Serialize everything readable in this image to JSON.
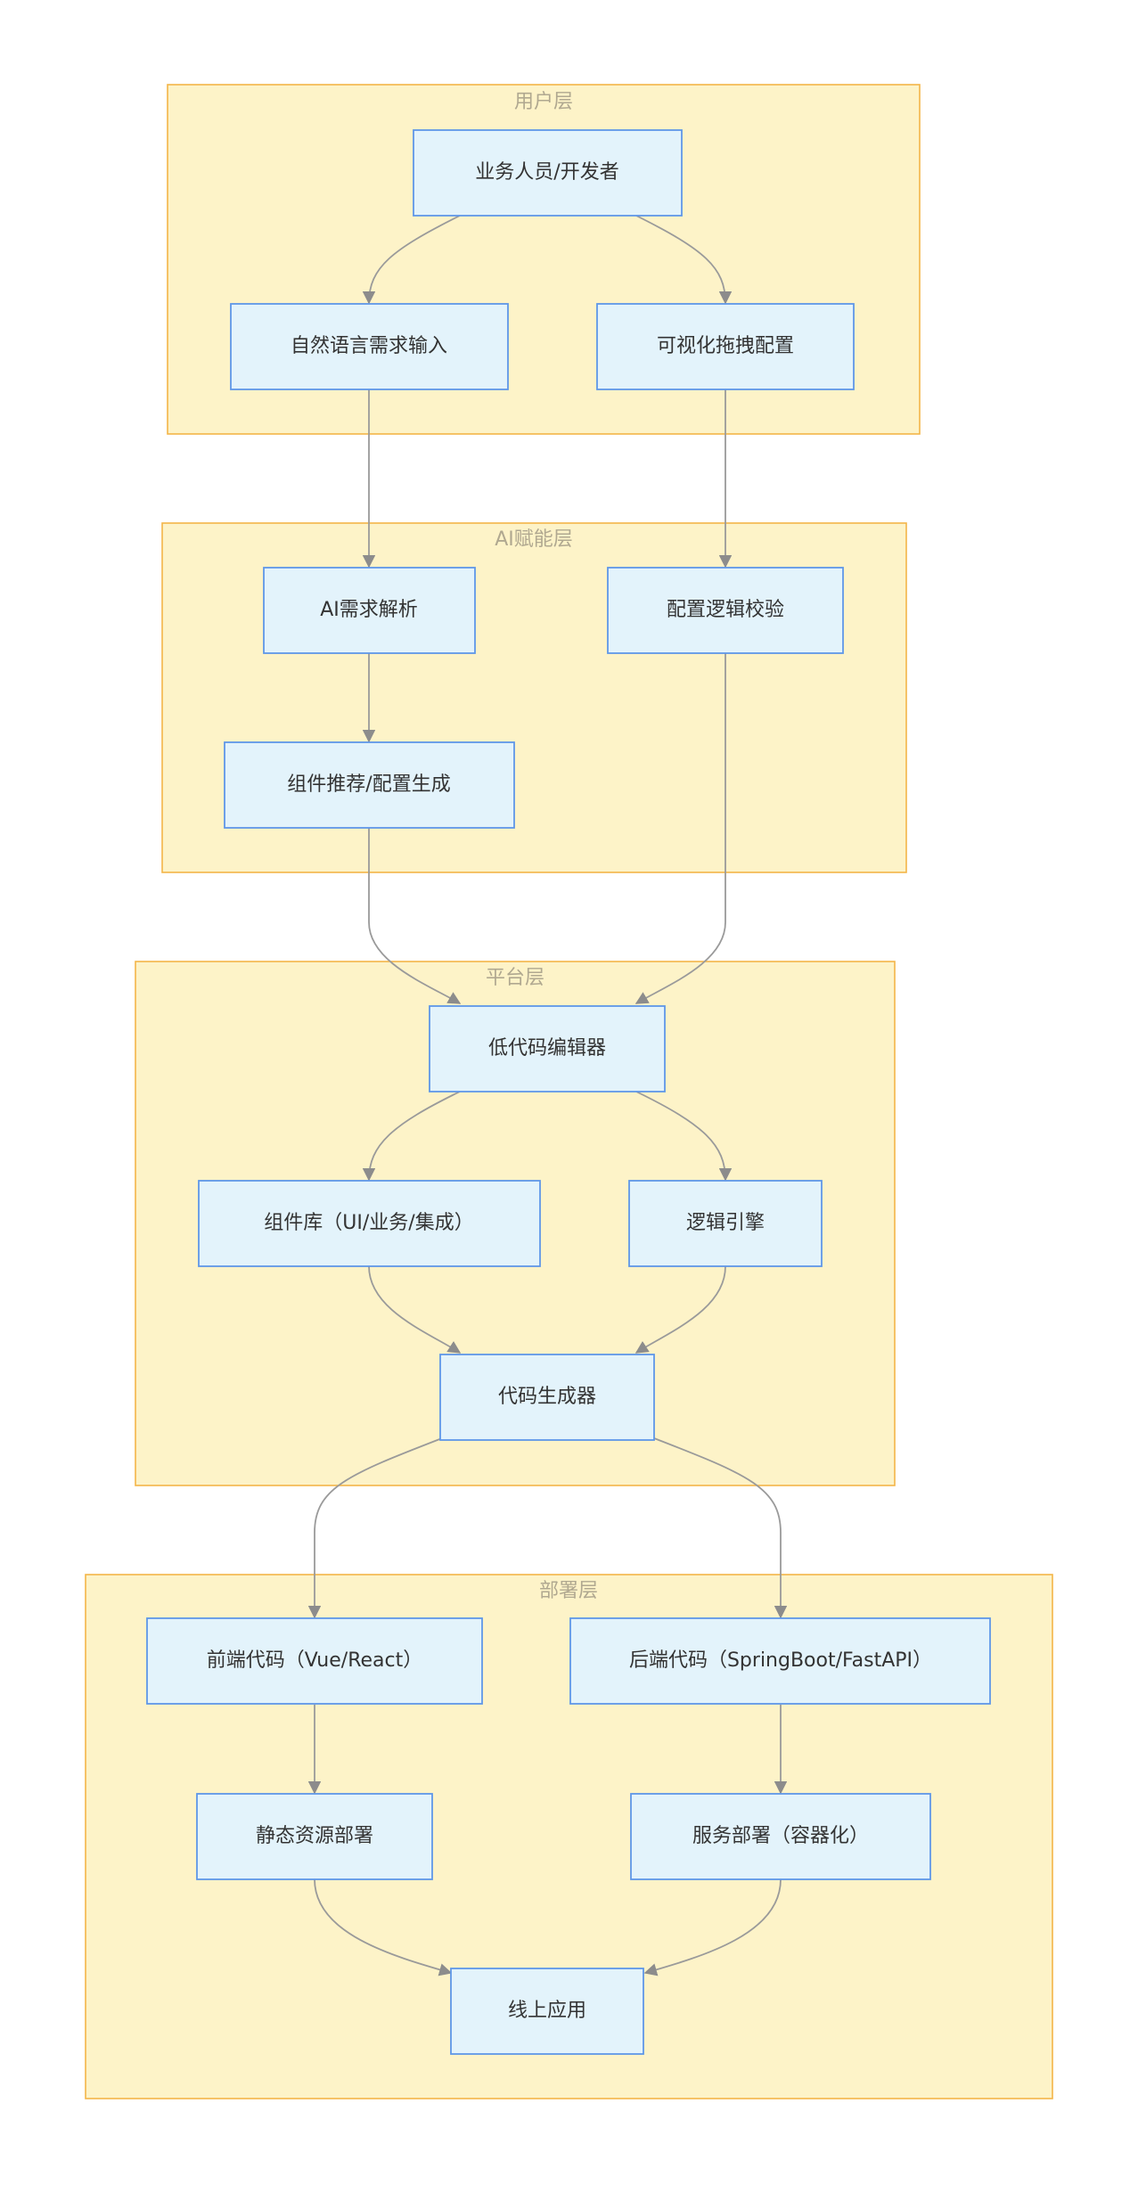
{
  "clusters": {
    "user": "用户层",
    "ai": "AI赋能层",
    "platform": "平台层",
    "deploy": "部署层"
  },
  "nodes": {
    "business_dev": "业务人员/开发者",
    "nl_input": "自然语言需求输入",
    "visual_config": "可视化拖拽配置",
    "ai_parse": "AI需求解析",
    "config_check": "配置逻辑校验",
    "component_recommend": "组件推荐/配置生成",
    "lowcode_editor": "低代码编辑器",
    "component_lib": "组件库（UI/业务/集成）",
    "logic_engine": "逻辑引擎",
    "code_generator": "代码生成器",
    "frontend_code": "前端代码（Vue/React）",
    "backend_code": "后端代码（SpringBoot/FastAPI）",
    "static_deploy": "静态资源部署",
    "service_deploy": "服务部署（容器化）",
    "online_app": "线上应用"
  },
  "edges": [
    [
      "business_dev",
      "nl_input"
    ],
    [
      "business_dev",
      "visual_config"
    ],
    [
      "nl_input",
      "ai_parse"
    ],
    [
      "visual_config",
      "config_check"
    ],
    [
      "ai_parse",
      "component_recommend"
    ],
    [
      "component_recommend",
      "lowcode_editor"
    ],
    [
      "config_check",
      "lowcode_editor"
    ],
    [
      "lowcode_editor",
      "component_lib"
    ],
    [
      "lowcode_editor",
      "logic_engine"
    ],
    [
      "component_lib",
      "code_generator"
    ],
    [
      "logic_engine",
      "code_generator"
    ],
    [
      "code_generator",
      "frontend_code"
    ],
    [
      "code_generator",
      "backend_code"
    ],
    [
      "frontend_code",
      "static_deploy"
    ],
    [
      "backend_code",
      "service_deploy"
    ],
    [
      "static_deploy",
      "online_app"
    ],
    [
      "service_deploy",
      "online_app"
    ]
  ]
}
